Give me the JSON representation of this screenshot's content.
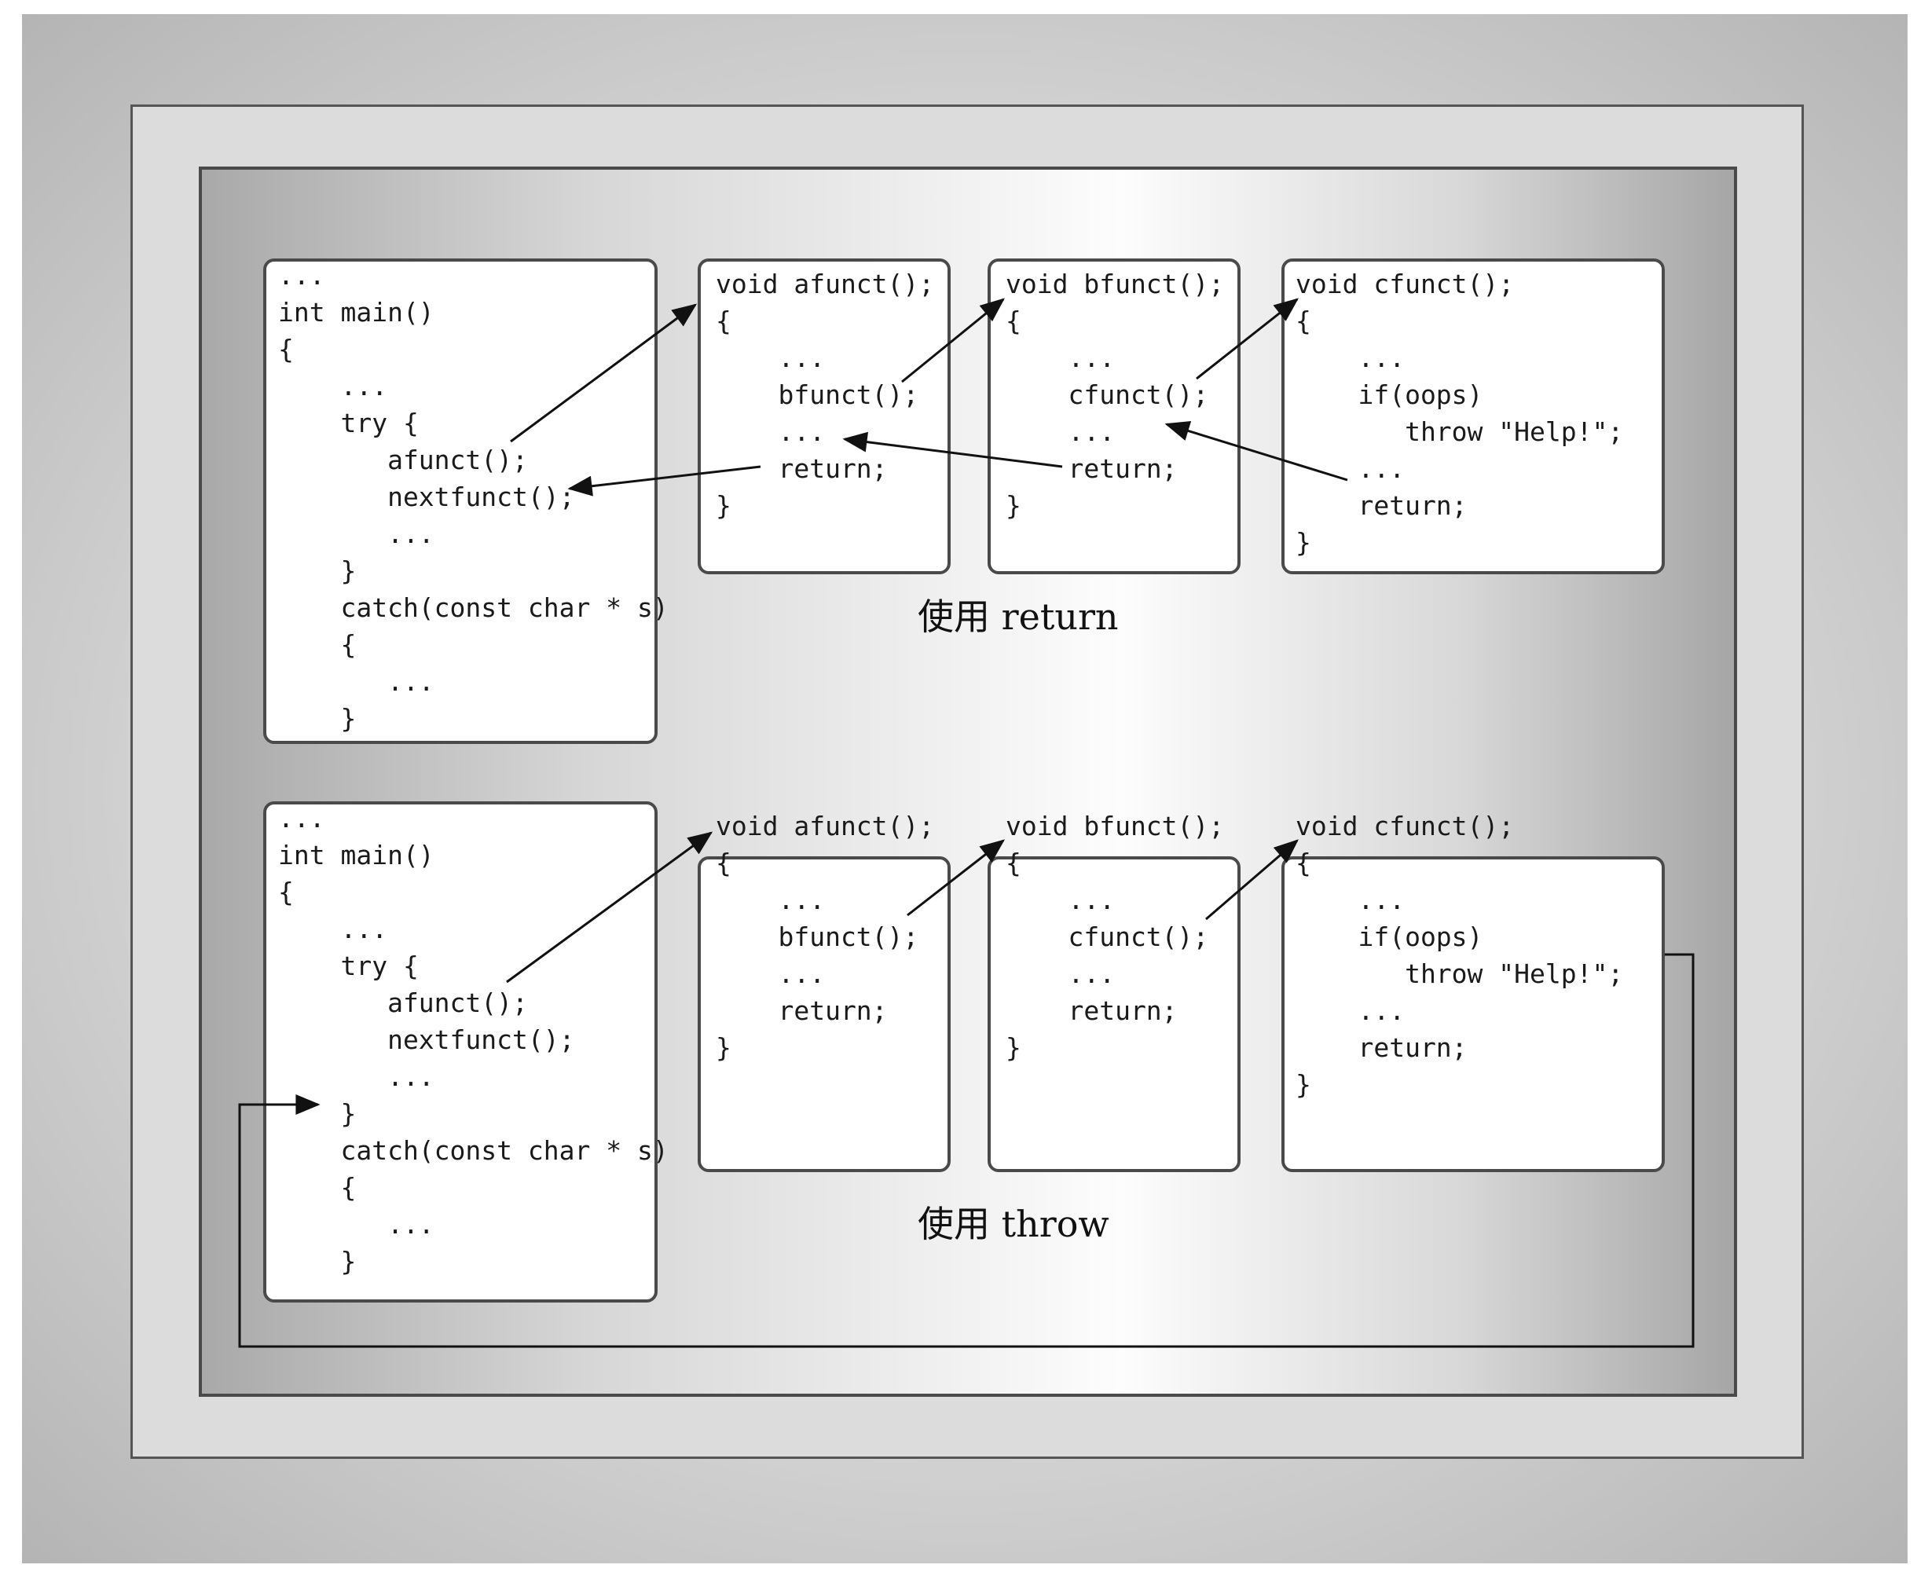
{
  "return_diagram": {
    "caption": "使用 return",
    "main_code": "...\nint main()\n{\n    ...\n    try {\n       afunct();\n       nextfunct();\n       ...\n    }\n    catch(const char * s)\n    {\n       ...\n    }",
    "afunct_code": "void afunct();\n{\n    ...\n    bfunct();\n    ...\n    return;\n}",
    "bfunct_code": "void bfunct();\n{\n    ...\n    cfunct();\n    ...\n    return;\n}",
    "cfunct_code": "void cfunct();\n{\n    ...\n    if(oops)\n       throw \"Help!\";\n    ...\n    return;\n}"
  },
  "throw_diagram": {
    "caption": "使用 throw",
    "main_code": "...\nint main()\n{\n    ...\n    try {\n       afunct();\n       nextfunct();\n       ...\n    }\n    catch(const char * s)\n    {\n       ...\n    }",
    "afunct_code": "void afunct();\n{\n    ...\n    bfunct();\n    ...\n    return;\n}",
    "bfunct_code": "void bfunct();\n{\n    ...\n    cfunct();\n    ...\n    return;\n}",
    "cfunct_code": "void cfunct();\n{\n    ...\n    if(oops)\n       throw \"Help!\";\n    ...\n    return;\n}"
  }
}
